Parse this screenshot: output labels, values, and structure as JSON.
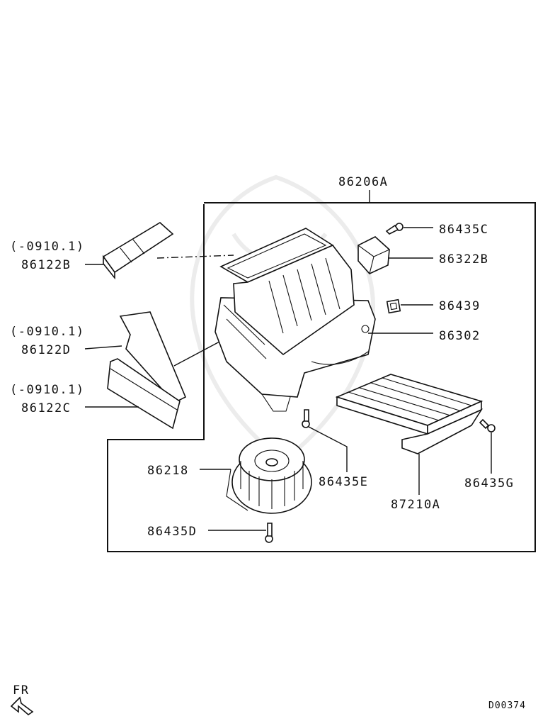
{
  "group_label": "86206A",
  "callouts": {
    "c86122B_note": "(-0910.1)",
    "c86122B": "86122B",
    "c86122D_note": "(-0910.1)",
    "c86122D": "86122D",
    "c86122C_note": "(-0910.1)",
    "c86122C": "86122C",
    "c86435C": "86435C",
    "c86322B": "86322B",
    "c86439": "86439",
    "c86302": "86302",
    "c86218": "86218",
    "c86435E": "86435E",
    "c86435G": "86435G",
    "c87210A": "87210A",
    "c86435D": "86435D"
  },
  "direction_label": "FR",
  "diagram_code": "D00374",
  "colors": {
    "line": "#111111",
    "watermark": "#ececec",
    "background": "#ffffff"
  },
  "icons": {
    "direction": "front-arrow-icon"
  }
}
